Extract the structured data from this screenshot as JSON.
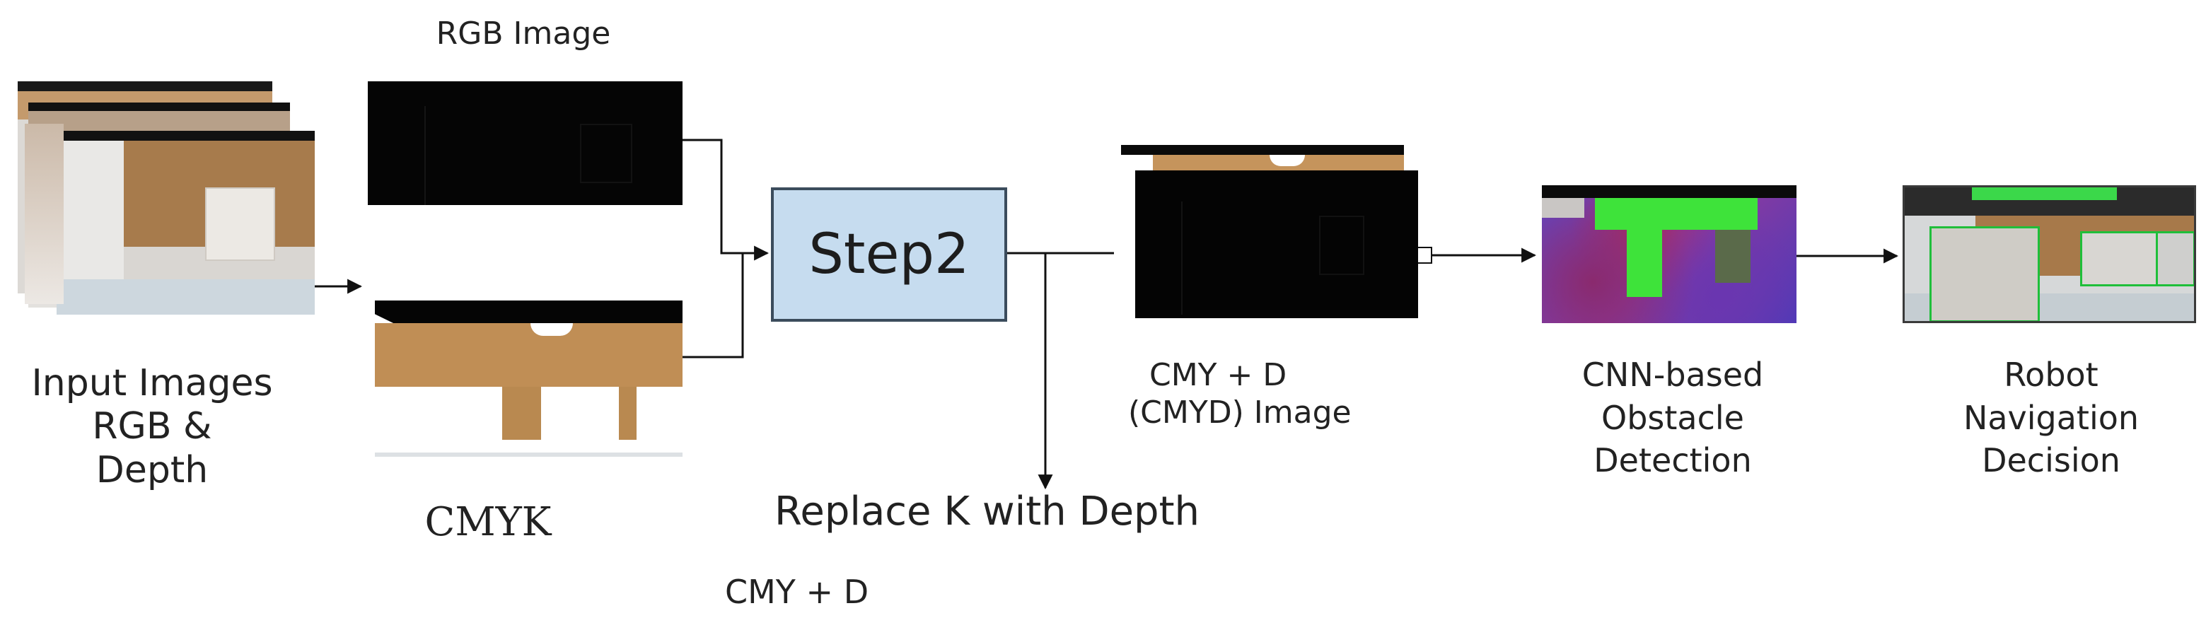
{
  "labels": {
    "rgb_image": "RGB Image",
    "input_images": [
      "Input Images",
      "RGB &",
      "Depth"
    ],
    "cmyk": "CMYK",
    "step2": "Step2",
    "cmyd_image": [
      "CMY + D",
      "(CMYD)  Image"
    ],
    "replace_k": "Replace K with Depth",
    "cmy_d_bottom": "CMY + D",
    "cnn": [
      "CNN-based",
      "Obstacle",
      "Detection"
    ],
    "robot": [
      "Robot",
      "Navigation",
      "Decision"
    ]
  },
  "colors": {
    "step_box_fill": "#c6dcef",
    "detection_box": "#1fbf3a",
    "segmentation_green": "#33e03a"
  }
}
